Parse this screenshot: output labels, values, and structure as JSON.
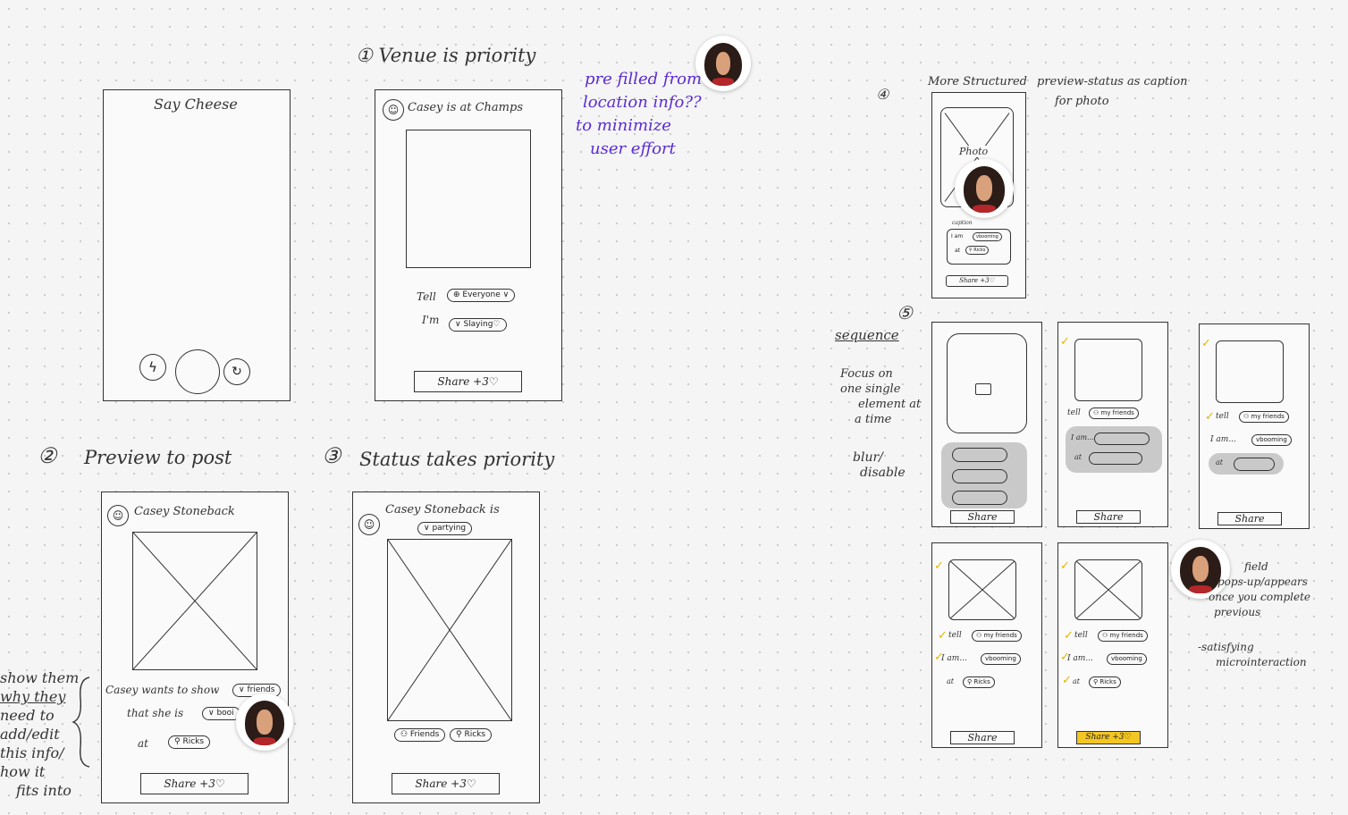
{
  "avatar_icon": "profile-photo-avatar",
  "section1": {
    "camera_title": "Say Cheese",
    "camera_icons": [
      "flash-icon",
      "shutter-button",
      "flip-camera-icon"
    ],
    "heading": "① Venue is priority",
    "status": "Casey is at Champs",
    "tell_label": "Tell",
    "tell_value": "⊕ Everyone ∨",
    "im_label": "I'm",
    "im_value": "∨ Slaying♡",
    "share": "Share +3♡"
  },
  "note_prefilled": [
    "pre filled from",
    "location info??",
    "to minimize",
    "user effort"
  ],
  "section2": {
    "heading_num": "②",
    "heading": "Preview to post",
    "name": "Casey Stoneback",
    "line1_text": "Casey wants to show",
    "line1_value": "∨ friends",
    "line2_text": "that she is",
    "line2_value": "∨ booi",
    "line3_text": "at",
    "line3_value": "⚲ Ricks",
    "share": "Share +3♡"
  },
  "note_left": [
    "show them",
    "why they",
    "need to",
    "add/edit",
    "this info/",
    "how it",
    "fits into"
  ],
  "section3": {
    "heading_num": "③",
    "heading": "Status takes priority",
    "name": "Casey Stoneback is",
    "status": "∨ partying",
    "tag1": "⚇ Friends",
    "tag2": "⚲ Ricks",
    "share": "Share +3♡"
  },
  "section4": {
    "num": "④",
    "label1": "More Structured",
    "label2": "preview-status as caption",
    "label3": "for photo",
    "photo_label": "Photo",
    "caption_label": "caption",
    "i_am": "I am",
    "i_am_value": "vbooming",
    "at": "at",
    "at_value": "⚲ Ricks",
    "share": "Share +3♡"
  },
  "section5": {
    "num": "⑤",
    "sequence": "sequence",
    "focus_note": [
      "Focus on",
      "one single",
      "element at",
      "a time"
    ],
    "blur_note": [
      "blur/",
      "disable"
    ],
    "tell": "tell",
    "tell_value": "⚇ my friends",
    "i_am": "I am...",
    "i_am_value": "vbooming",
    "at": "at",
    "at_value": "⚲ Ricks",
    "share": "Share",
    "share_final": "Share +3♡",
    "check": "✓",
    "field_note": [
      "field",
      "pops-up/appears",
      "once you complete",
      "previous"
    ],
    "micro_note": [
      "-satisfying",
      "microinteraction"
    ]
  },
  "colors": {
    "accent_yellow": "#f3c623",
    "note_purple": "#5a2bd6"
  }
}
